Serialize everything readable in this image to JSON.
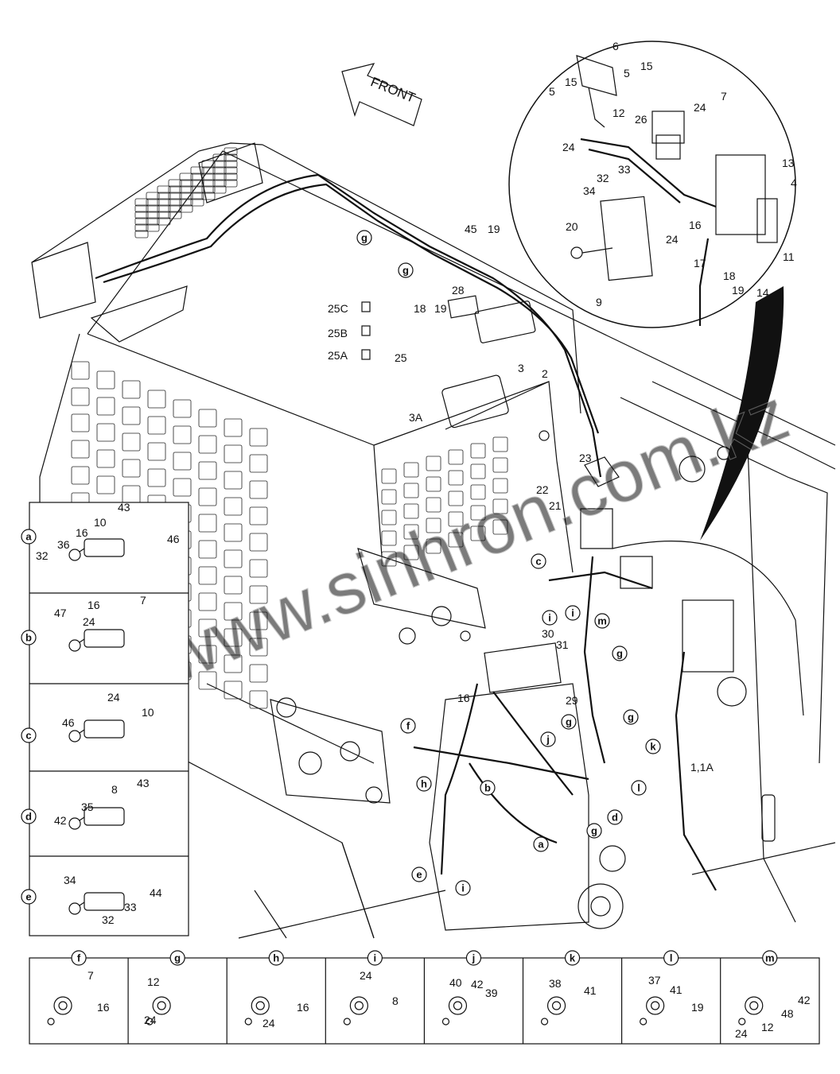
{
  "front_label": "FRONT",
  "watermark": "www.sinhron.com.kz",
  "main_callouts": {
    "c6": "6",
    "c15a": "15",
    "c15b": "15",
    "c5a": "5",
    "c5b": "5",
    "c12": "12",
    "c24a": "24",
    "c26": "26",
    "c7": "7",
    "c24b": "24",
    "c13": "13",
    "c33": "33",
    "c32": "32",
    "c34": "34",
    "c4": "4",
    "c20": "20",
    "c16": "16",
    "c24c": "24",
    "c11": "11",
    "c17": "17",
    "c18a": "18",
    "c19a": "19",
    "c14": "14",
    "c9": "9",
    "c45": "45",
    "c19b": "19",
    "c28": "28",
    "c25C": "25C",
    "c18b": "18",
    "c19c": "19",
    "c25B": "25B",
    "c25A": "25A",
    "c25": "25",
    "c3": "3",
    "c2": "2",
    "c3A": "3A",
    "c23": "23",
    "c22": "22",
    "c21": "21",
    "c30": "30",
    "c31": "31",
    "c29": "29",
    "c16b": "16",
    "c1_1A": "1,1A"
  },
  "letter_markers": [
    "g",
    "g",
    "c",
    "i",
    "i",
    "m",
    "g",
    "g",
    "f",
    "j",
    "g",
    "k",
    "h",
    "b",
    "l",
    "d",
    "a",
    "g",
    "e",
    "i"
  ],
  "detail_left": [
    {
      "letter": "a",
      "labels": [
        "43",
        "10",
        "16",
        "36",
        "46",
        "32"
      ]
    },
    {
      "letter": "b",
      "labels": [
        "16",
        "7",
        "47",
        "24"
      ]
    },
    {
      "letter": "c",
      "labels": [
        "24",
        "10",
        "46"
      ]
    },
    {
      "letter": "d",
      "labels": [
        "8",
        "43",
        "35",
        "42"
      ]
    },
    {
      "letter": "e",
      "labels": [
        "34",
        "44",
        "33",
        "32"
      ]
    }
  ],
  "detail_bottom": [
    {
      "letter": "f",
      "labels": [
        "7",
        "16"
      ]
    },
    {
      "letter": "g",
      "labels": [
        "12",
        "24"
      ]
    },
    {
      "letter": "h",
      "labels": [
        "16",
        "24"
      ]
    },
    {
      "letter": "i",
      "labels": [
        "24",
        "8"
      ]
    },
    {
      "letter": "j",
      "labels": [
        "40",
        "42",
        "39"
      ]
    },
    {
      "letter": "k",
      "labels": [
        "38",
        "41"
      ]
    },
    {
      "letter": "l",
      "labels": [
        "37",
        "41",
        "19"
      ]
    },
    {
      "letter": "m",
      "labels": [
        "42",
        "48",
        "24",
        "12"
      ]
    }
  ]
}
